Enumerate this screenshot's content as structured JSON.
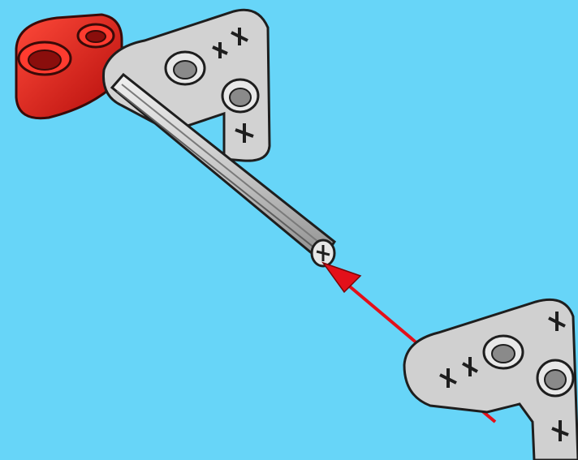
{
  "scene": {
    "background_color": "#67d5f8",
    "parts": [
      {
        "name": "red-connector",
        "color": "#e01b17"
      },
      {
        "name": "gray-axle",
        "color": "#c8c8c8"
      },
      {
        "name": "gray-l-beam",
        "color": "#cfcfcf"
      }
    ],
    "arrow": {
      "color": "#e3101a",
      "direction": "toward-axle-end"
    }
  }
}
